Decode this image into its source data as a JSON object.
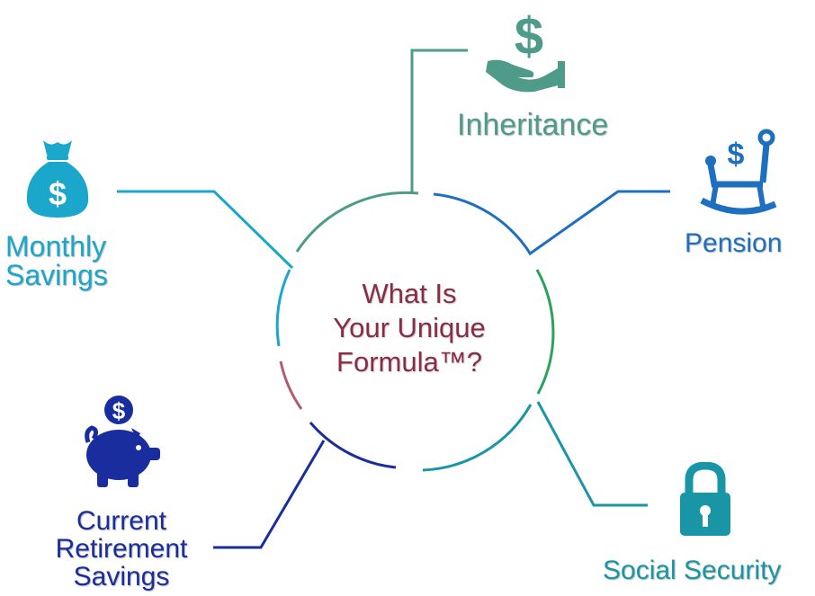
{
  "diagram": {
    "center": {
      "lines": [
        "What Is",
        "Your Unique",
        "Formula™?"
      ],
      "color": "#8a2c45"
    },
    "nodes": {
      "inheritance": {
        "label": "Inheritance",
        "color": "#4f9b8a",
        "icon": "hand-dollar-icon"
      },
      "pension": {
        "label": "Pension",
        "color": "#1e6fbf",
        "icon": "rocking-chair-icon"
      },
      "monthly_savings": {
        "label_lines": [
          "Monthly",
          "Savings"
        ],
        "color": "#1ba6cc",
        "icon": "money-bag-icon"
      },
      "current_retirement_savings": {
        "label_lines": [
          "Current",
          "Retirement",
          "Savings"
        ],
        "color": "#1a2d9e",
        "icon": "piggy-bank-icon"
      },
      "social_security": {
        "label": "Social Security",
        "color": "#1996a5",
        "icon": "padlock-icon"
      }
    }
  }
}
